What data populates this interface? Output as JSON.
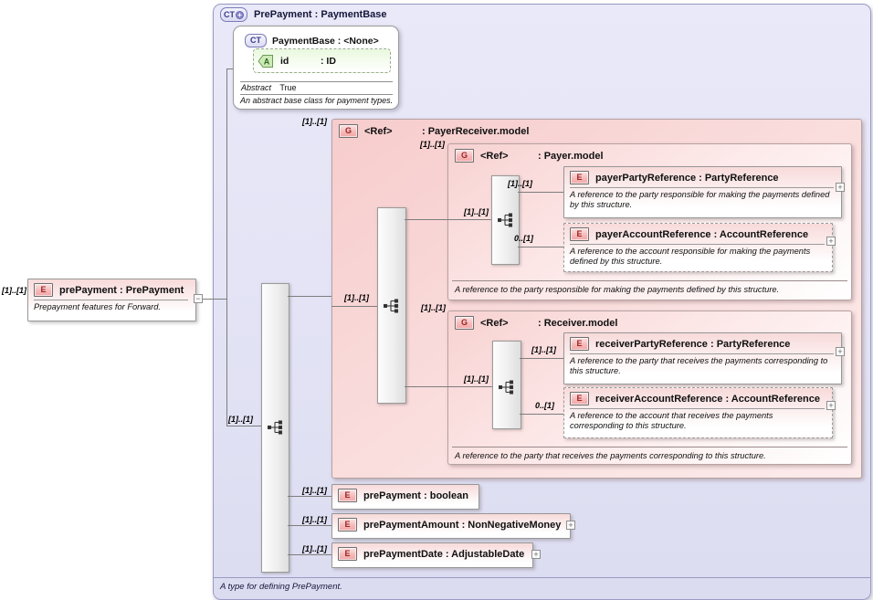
{
  "palette": {
    "container_fill": "#e4e4f6",
    "group_fill": "#f8d7d7",
    "element_fill": "#f8dada",
    "attribute_fill": "#e9f8de",
    "icon_pink": "#f1a6a6",
    "icon_green": "#cdeab7",
    "line": "#7d7d7d"
  },
  "root_element": {
    "cardinality": "[1]..[1]",
    "icon": "E",
    "title": "prePayment : PrePayment",
    "annotation": "Prepayment features for Forward.",
    "collapse_glyph": "−"
  },
  "ct": {
    "icon_text": "CT",
    "icon_plus": "+",
    "title": "PrePayment : PaymentBase",
    "footer": "A type for defining PrePayment.",
    "seq_card": "[1]..[1]",
    "base": {
      "icon": "CT",
      "title": "PaymentBase : <None>",
      "attr": {
        "icon": "A",
        "name": "id",
        "type": ": ID"
      },
      "facet_label": "Abstract",
      "facet_value": "True",
      "annotation": "An abstract base class for payment types."
    },
    "pr": {
      "icon": "G",
      "name": "<Ref>",
      "type": ": PayerReceiver.model",
      "cardinality": "[1]..[1]",
      "seq_card": "[1]..[1]",
      "payer": {
        "icon": "G",
        "name": "<Ref>",
        "type": ": Payer.model",
        "cardinality": "[1]..[1]",
        "seq_card": "[1]..[1]",
        "elements": [
          {
            "icon": "E",
            "cardinality": "[1]..[1]",
            "title": "payerPartyReference : PartyReference",
            "annotation": "A reference to the party responsible for making the payments defined by this structure.",
            "expand_glyph": "+"
          },
          {
            "icon": "E",
            "cardinality": "0..[1]",
            "title": "payerAccountReference : AccountReference",
            "annotation": "A reference to the account responsible for making the payments defined by this structure.",
            "expand_glyph": "+"
          }
        ],
        "annotation": "A reference to the party responsible for making the payments defined by this structure."
      },
      "receiver": {
        "icon": "G",
        "name": "<Ref>",
        "type": ": Receiver.model",
        "cardinality": "[1]..[1]",
        "seq_card": "[1]..[1]",
        "elements": [
          {
            "icon": "E",
            "cardinality": "[1]..[1]",
            "title": "receiverPartyReference : PartyReference",
            "annotation": "A reference to the party that receives the payments corresponding to this structure.",
            "expand_glyph": "+"
          },
          {
            "icon": "E",
            "cardinality": "0..[1]",
            "title": "receiverAccountReference : AccountReference",
            "annotation": "A reference to the account that receives the payments corresponding to this structure.",
            "expand_glyph": "+"
          }
        ],
        "annotation": "A reference to the party that receives the payments corresponding to this structure."
      }
    },
    "elements": [
      {
        "icon": "E",
        "cardinality": "[1]..[1]",
        "title": "prePayment : boolean"
      },
      {
        "icon": "E",
        "cardinality": "[1]..[1]",
        "title": "prePaymentAmount : NonNegativeMoney",
        "expand_glyph": "+"
      },
      {
        "icon": "E",
        "cardinality": "[1]..[1]",
        "title": "prePaymentDate : AdjustableDate",
        "expand_glyph": "+"
      }
    ]
  }
}
